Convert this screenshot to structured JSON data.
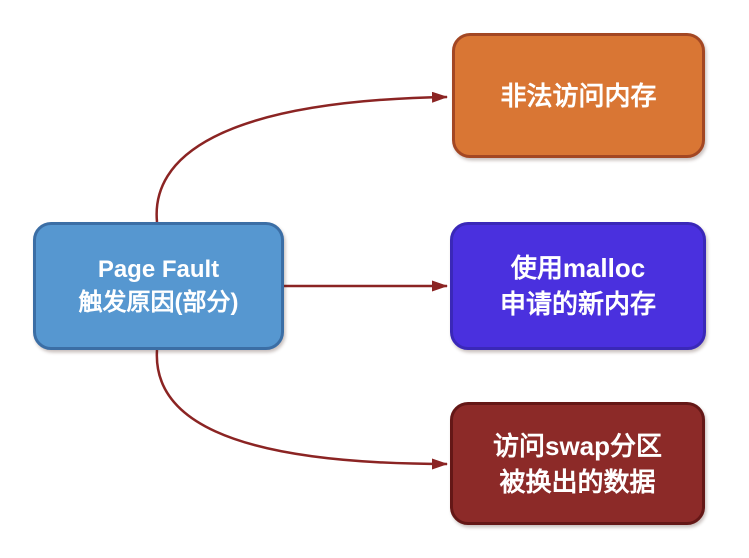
{
  "diagram": {
    "title": "Page Fault 触发原因(部分)",
    "root_node": {
      "line1": "Page Fault",
      "line2": "触发原因(部分)"
    },
    "cause_nodes": [
      {
        "id": "illegal-memory-access",
        "line1": "非法访问内存",
        "line2": ""
      },
      {
        "id": "malloc-new-memory",
        "line1": "使用malloc",
        "line2": "申请的新内存"
      },
      {
        "id": "swap-partition-data",
        "line1": "访问swap分区",
        "line2": "被换出的数据"
      }
    ],
    "colors": {
      "background": "#FFFFFF",
      "text": "#FFFFFF",
      "arrow": "#8B2423",
      "root_fill": "#5697D0",
      "root_border": "#3B6EA5",
      "illegal_fill": "#D97634",
      "illegal_border": "#A34723",
      "malloc_fill": "#4A30DE",
      "malloc_border": "#3A28B8",
      "swap_fill": "#8C2A28",
      "swap_border": "#641716"
    }
  }
}
